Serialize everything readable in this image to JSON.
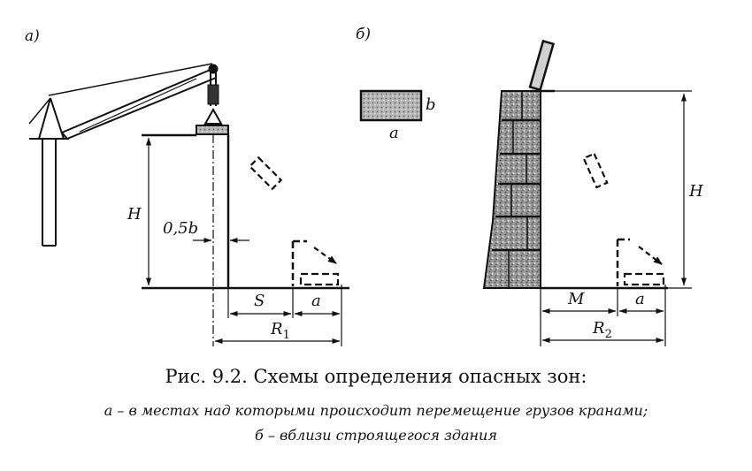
{
  "labels": {
    "part_a": "а)",
    "part_b": "б)",
    "H_left": "H",
    "half_b": "0,5b",
    "S": "S",
    "a_left": "a",
    "R1_main": "R",
    "R1_sub": "1",
    "load_b": "b",
    "load_a": "a",
    "H_right": "H",
    "M": "M",
    "a_right": "a",
    "R2_main": "R",
    "R2_sub": "2"
  },
  "caption": {
    "title": "Рис. 9.2. Схемы определения опасных зон:",
    "line_a": "а – в местах над которыми происходит перемещение грузов кранами;",
    "line_b": "б – вблизи строящегося здания"
  }
}
